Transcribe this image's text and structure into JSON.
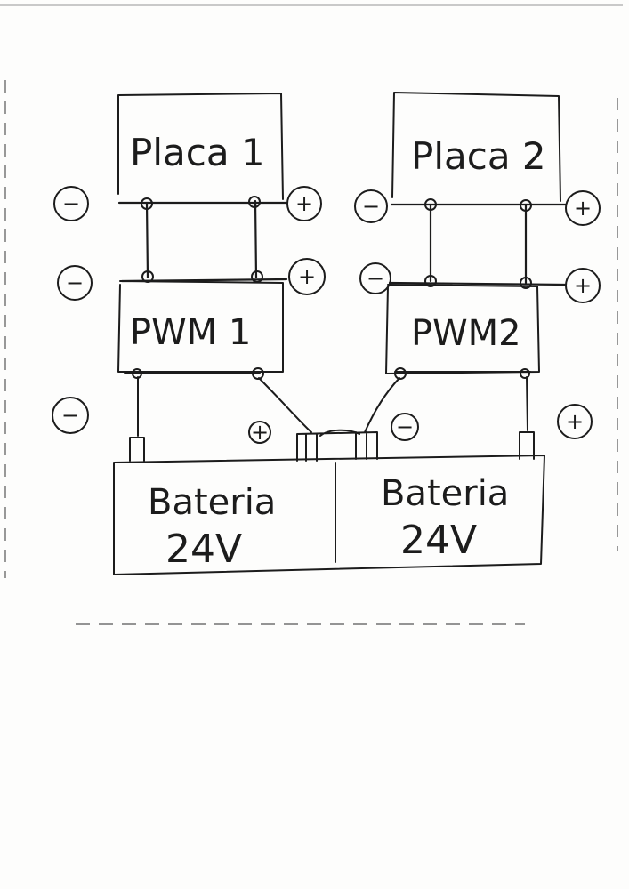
{
  "panels": [
    {
      "label": "Placa 1"
    },
    {
      "label": "Placa 2"
    }
  ],
  "controllers": [
    {
      "label": "PWM 1"
    },
    {
      "label": "PWM2"
    }
  ],
  "batteries": [
    {
      "label": "Bateria",
      "voltage": "24V"
    },
    {
      "label": "Bateria",
      "voltage": "24V"
    }
  ],
  "symbols": {
    "minus": "−",
    "plus": "+"
  }
}
